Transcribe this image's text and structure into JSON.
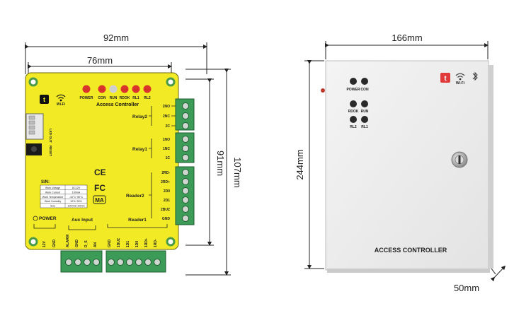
{
  "dimensions": {
    "board_outer_width": "92mm",
    "board_inner_width": "76mm",
    "board_inner_height": "91mm",
    "board_outer_height": "107mm",
    "box_width": "166mm",
    "box_height": "244mm",
    "box_depth": "50mm"
  },
  "board": {
    "title": "Access Controller",
    "brand_logo": "t",
    "wifi_label": "Wi-Fi",
    "led_labels": [
      "POWER",
      "CON",
      "RUN",
      "RDOK",
      "RL1",
      "RL2"
    ],
    "relay2": {
      "label": "Relay2",
      "pins": [
        "2NO",
        "2NC",
        "2C"
      ]
    },
    "relay1": {
      "label": "Relay1",
      "pins": [
        "1NO",
        "1NC",
        "1C"
      ]
    },
    "reader2": {
      "label": "Reader2",
      "pins": [
        "2RD-",
        "2RD+",
        "2D0",
        "2D1",
        "2BUZ",
        "GND"
      ]
    },
    "reader1": {
      "label": "Reader1",
      "pins": [
        "GND",
        "1BUZ",
        "1D1",
        "1D0",
        "1RD+",
        "1RD-"
      ]
    },
    "aux_input": {
      "label": "Aux Input",
      "pins": [
        "ALARM",
        "GND",
        "D_S",
        "AN"
      ]
    },
    "power": {
      "label": "POWER",
      "pins": [
        "12V",
        "GND"
      ]
    },
    "led_out_label": "LED OUT",
    "reset_label": "RESET",
    "cert_ce": "CE",
    "cert_fc": "FC",
    "cert_ma": "MA",
    "sn_label": "S/N:",
    "specs": [
      {
        "name": "Work Voltage",
        "value": "DC12V"
      },
      {
        "name": "Work Current",
        "value": "100mA"
      },
      {
        "name": "Work Temperature",
        "value": "-10°C~50°C"
      },
      {
        "name": "Work Humidity",
        "value": "10%~90%"
      },
      {
        "name": "Size",
        "value": "106×81×20mm"
      }
    ]
  },
  "box": {
    "title": "ACCESS CONTROLLER",
    "brand_logo": "t",
    "wifi_label": "Wi-Fi",
    "led_labels_row1": [
      "POWER",
      "CON"
    ],
    "led_labels_row2": [
      "RDOK",
      "RUN"
    ],
    "led_labels_row3": [
      "RL2",
      "RL1"
    ]
  },
  "colors": {
    "board_yellow": "#f2ea25",
    "terminal_green": "#3b9b57",
    "logo_red": "#e03a3a",
    "box_white": "#eeeeee",
    "led_red": "#d9342b"
  }
}
